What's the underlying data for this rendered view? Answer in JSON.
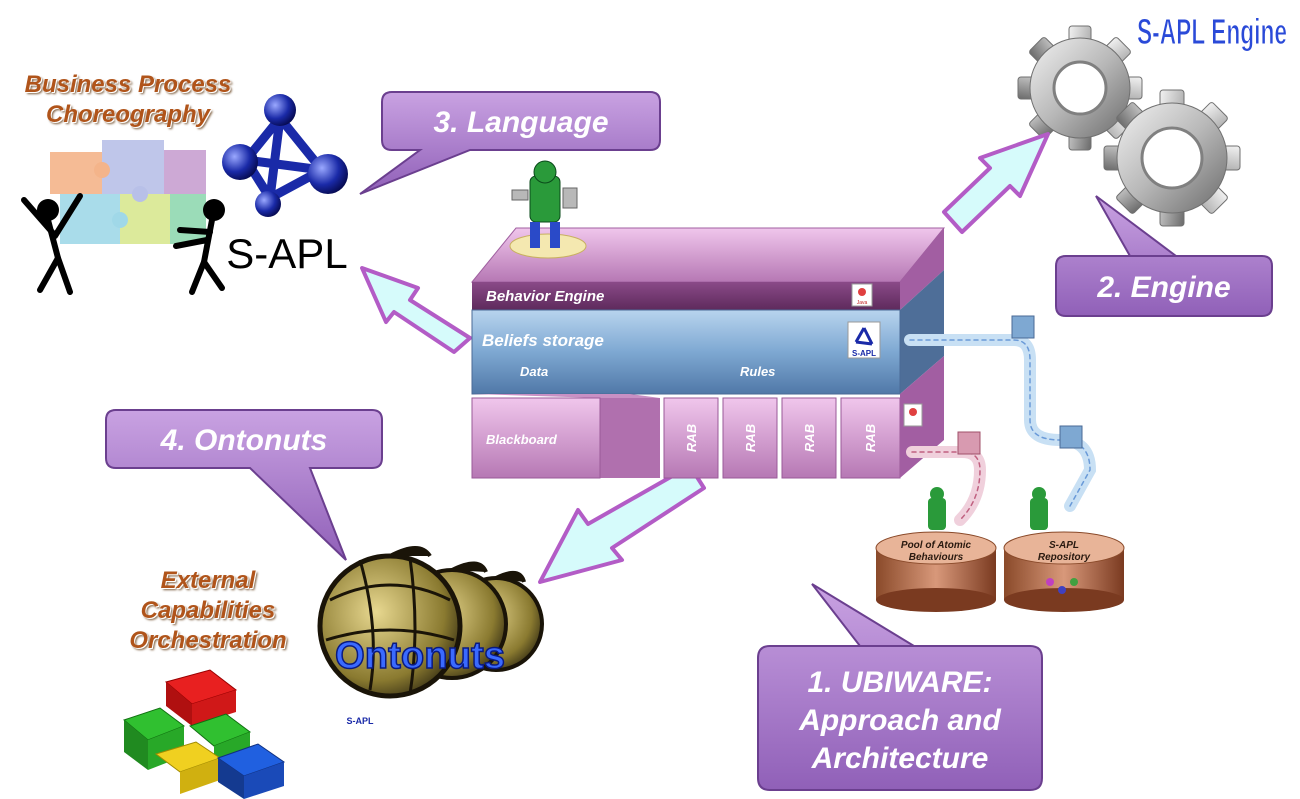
{
  "titles": {
    "business": [
      "Business Process",
      "Choreography"
    ],
    "external": [
      "External",
      "Capabilities",
      "Orchestration"
    ],
    "engine_logo": "S-APL Engine"
  },
  "callouts": {
    "language": "3. Language",
    "engine": "2. Engine",
    "ontonuts": "4. Ontonuts",
    "ubiware": [
      "1. UBIWARE:",
      "Approach and",
      "Architecture"
    ]
  },
  "sapl_logo": "S-APL",
  "ontonuts_logo": "Ontonuts",
  "ontonuts_small": "S-APL",
  "architecture": {
    "behavior_engine": "Behavior Engine",
    "beliefs_storage": "Beliefs storage",
    "data": "Data",
    "rules": "Rules",
    "blackboard": "Blackboard",
    "rab": [
      "RAB",
      "RAB",
      "RAB",
      "RAB"
    ],
    "java_icon": "Java",
    "sapl_icon": "S-APL"
  },
  "repositories": {
    "pool": [
      "Pool of Atomic",
      "Behaviours"
    ],
    "sapl": [
      "S-APL",
      "Repository"
    ]
  },
  "colors": {
    "callout_fill": "#a678c8",
    "callout_stroke": "#6b3f8f",
    "arrow_fill": "#d6fbfb",
    "arrow_stroke": "#b35cc6",
    "title_orange": "#b0541a",
    "platform_pink": "#d49ad0",
    "beliefs_blue": "#8fb4d8"
  }
}
